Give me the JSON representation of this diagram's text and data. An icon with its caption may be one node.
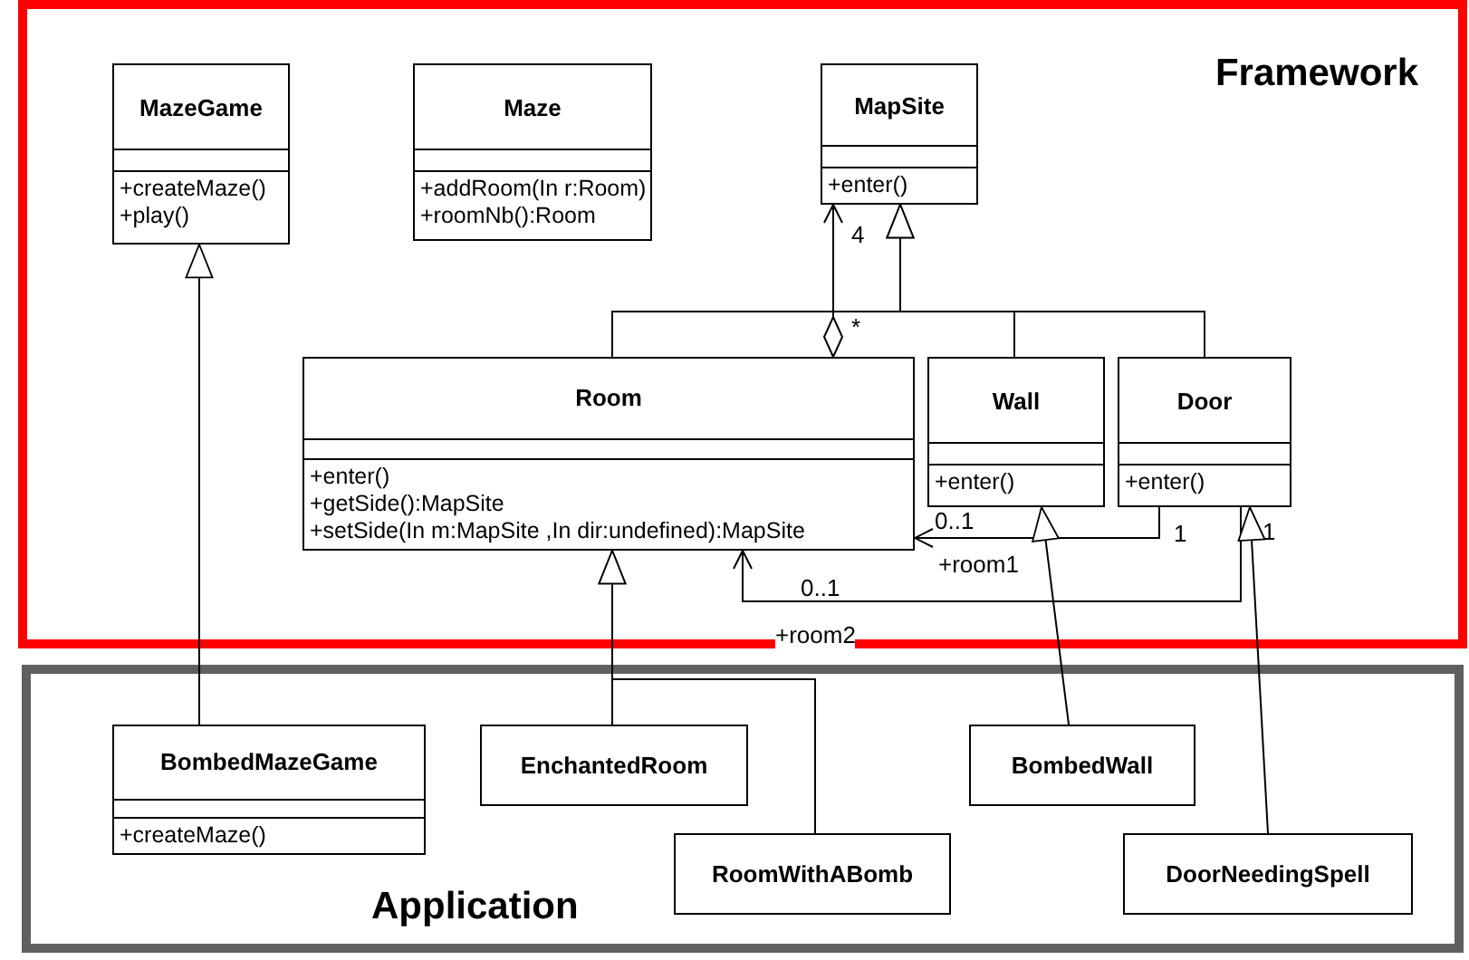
{
  "diagram": {
    "nodes": [
      {
        "text": [
          "Framework"
        ]
      },
      {
        "text": [
          "Application"
        ]
      },
      {
        "text": [
          "MazeGame",
          "+createMaze()",
          "+play()"
        ],
        "in": 0
      },
      {
        "text": [
          "Maze",
          "+addRoom(In r:Room)",
          "+roomNb():Room"
        ],
        "in": 0
      },
      {
        "text": [
          "MapSite",
          "+enter()"
        ],
        "in": 0
      },
      {
        "text": [
          "Room",
          "+enter()",
          "+getSide():MapSite",
          "+setSide(In m:MapSite ,In dir:undefined):MapSite"
        ],
        "in": 0
      },
      {
        "text": [
          "Wall",
          "+enter()"
        ],
        "in": 0
      },
      {
        "text": [
          "Door",
          "+enter()"
        ],
        "in": 0
      },
      {
        "text": [
          "BombedMazeGame",
          "+createMaze()"
        ],
        "in": 1
      },
      {
        "text": [
          "EnchantedRoom"
        ],
        "in": 1
      },
      {
        "text": [
          "RoomWithABomb"
        ],
        "in": 1
      },
      {
        "text": [
          "BombedWall"
        ],
        "in": 1
      },
      {
        "text": [
          "DoorNeedingSpell"
        ],
        "in": 1
      }
    ],
    "edges": [
      {
        "from": 8,
        "to": 2,
        "arrow": "to"
      },
      {
        "from": 5,
        "to": 4,
        "arrow": "to"
      },
      {
        "from": 6,
        "to": 4,
        "arrow": "to"
      },
      {
        "from": 7,
        "to": 4,
        "arrow": "to"
      },
      {
        "from": 5,
        "to": 4,
        "arrow": "to",
        "label": "4"
      },
      {
        "from": 7,
        "to": 5,
        "arrow": "to",
        "label": "+room1"
      },
      {
        "from": 7,
        "to": 5,
        "arrow": "to",
        "label": "+room2"
      },
      {
        "from": 9,
        "to": 5,
        "arrow": "to"
      },
      {
        "from": 10,
        "to": 5,
        "arrow": "to"
      },
      {
        "from": 11,
        "to": 6,
        "arrow": "to"
      },
      {
        "from": 12,
        "to": 7,
        "arrow": "to"
      }
    ],
    "labels": [
      "*",
      "0..1",
      "1",
      "0..1",
      "1"
    ]
  }
}
